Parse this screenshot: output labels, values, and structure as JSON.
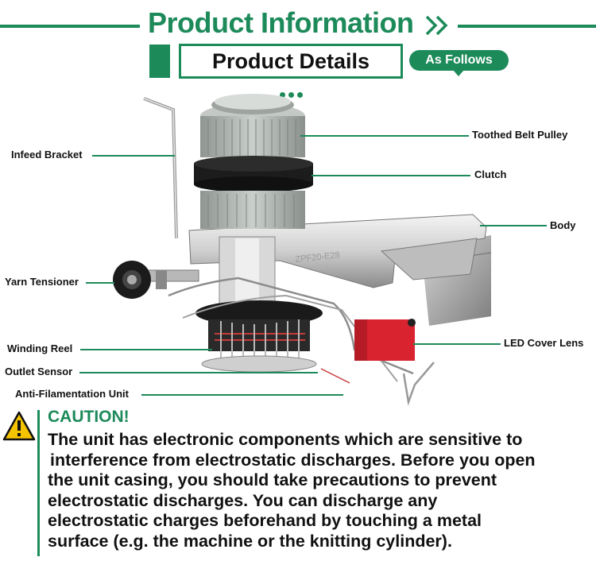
{
  "header": {
    "title": "Product Information"
  },
  "subheader": {
    "details": "Product Details",
    "pill": "As Follows"
  },
  "labels": {
    "infeed_bracket": "Infeed Bracket",
    "toothed_belt_pulley": "Toothed Belt Pulley",
    "clutch": "Clutch",
    "body": "Body",
    "yarn_tensioner": "Yarn Tensioner",
    "winding_reel": "Winding Reel",
    "led_cover_lens": "LED Cover Lens",
    "outlet_sensor": "Outlet Sensor",
    "anti_filamentation": "Anti-Filamentation Unit"
  },
  "product_marking": "ZPF20-E28",
  "caution": {
    "title": "CAUTION!",
    "lines": [
      "The unit has electronic components which are sensitive to",
      "interference from electrostatic discharges. Before you open",
      "the unit casing, you should take precautions to prevent",
      "electrostatic discharges. You can discharge any",
      "electrostatic charges beforehand by touching a metal",
      "surface (e.g. the machine or the knitting cylinder)."
    ]
  },
  "colors": {
    "accent": "#1d8a5a",
    "led_red": "#d9232e"
  }
}
